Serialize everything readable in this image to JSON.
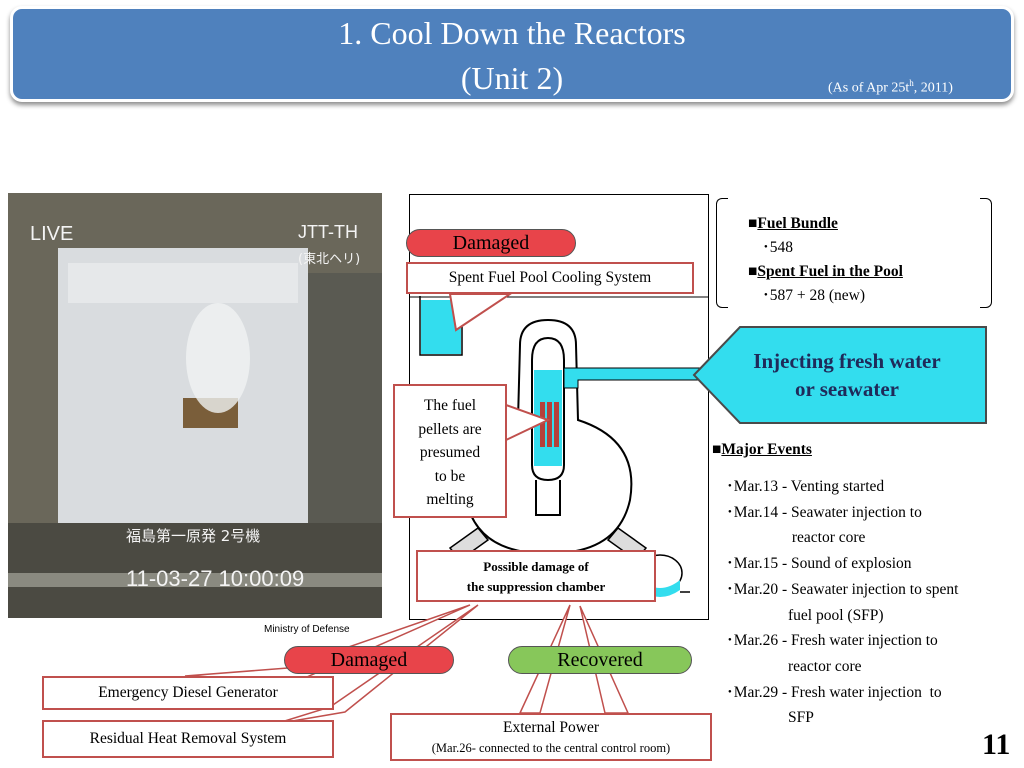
{
  "title": {
    "line1": "1.   Cool Down the Reactors",
    "line2": "(Unit 2)",
    "as_of_prefix": "(As of Apr 25t",
    "as_of_sup": "h",
    "as_of_suffix": ", 2011)"
  },
  "photo": {
    "overlay_tl": "LIVE",
    "overlay_tr": "JTT-TH",
    "overlay_tr2": "(東北ヘリ)",
    "overlay_mid": "福島第一原発 2号機",
    "timestamp": "11-03-27 10:00:09",
    "credit": "Ministry of Defense"
  },
  "status": {
    "damaged_top": "Damaged",
    "damaged_bottom": "Damaged",
    "recovered": "Recovered"
  },
  "labels": {
    "spent_fuel_pool_cooling": "Spent Fuel Pool Cooling System",
    "fuel_melting_1": "The fuel",
    "fuel_melting_2": "pellets are",
    "fuel_melting_3": "presumed",
    "fuel_melting_4": "to be",
    "fuel_melting_5": "melting",
    "suppression_1": "Possible damage of",
    "suppression_2": "the suppression chamber",
    "edg": "Emergency Diesel Generator",
    "rhr": "Residual Heat Removal System",
    "external_power": "External Power",
    "external_power_note": "(Mar.26- connected to the central control room)"
  },
  "fuel": {
    "bundle_label": "Fuel Bundle",
    "bundle_value": "･548",
    "pool_label": "Spent Fuel in the Pool",
    "pool_value": "･587 + 28 (new)",
    "bullet": "■"
  },
  "injection": {
    "line1": "Injecting fresh water",
    "line2": "or seawater"
  },
  "events": {
    "title": "Major Events",
    "bullet": "■",
    "items": [
      "･Mar.13 - Venting started",
      "･Mar.14 - Seawater injection to",
      "                 reactor core",
      "･Mar.15 - Sound of explosion",
      "･Mar.20 - Seawater injection to spent",
      "                fuel pool (SFP)",
      "･Mar.26 - Fresh water injection to",
      "                reactor core",
      "･Mar.29 - Fresh water injection  to",
      "                SFP"
    ]
  },
  "page_number": "11",
  "colors": {
    "title_bg": "#4f81bd",
    "water": "#33ddee",
    "damaged": "#e8444a",
    "recovered": "#87c75a",
    "label_border": "#c0504d",
    "fuel_rod": "#b5403a"
  }
}
